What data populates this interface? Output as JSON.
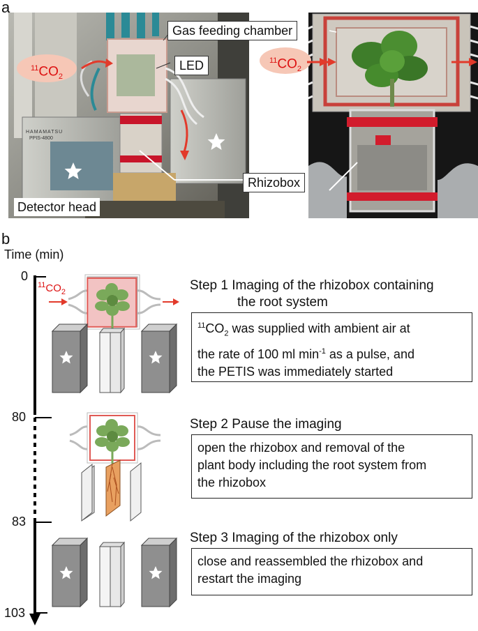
{
  "panel_a": {
    "letter": "a",
    "left_photo": {
      "gas_feeding_chamber": "Gas feeding chamber",
      "led": "LED",
      "detector_head": "Detector head",
      "co2": {
        "pre": "11",
        "base": "CO",
        "sub": "2"
      },
      "device_brand": "HAMAMATSU",
      "device_model": "PPIS-4800"
    },
    "right_photo": {
      "rhizobox": "Rhizobox",
      "co2": {
        "pre": "11",
        "base": "CO",
        "sub": "2"
      }
    }
  },
  "panel_b": {
    "letter": "b",
    "time_axis_title": "Time (min)",
    "ticks": [
      "0",
      "80",
      "83",
      "103"
    ],
    "co2": {
      "pre": "11",
      "base": "CO",
      "sub": "2"
    },
    "steps": [
      {
        "title_line1": "Step 1 Imaging of the rhizobox containing",
        "title_line2": "the root system",
        "box_line1_pre": "11",
        "box_line1_base": "CO",
        "box_line1_sub": "2",
        "box_line1_rest": " was supplied with ambient air at",
        "box_line2_pre": "the rate of 100 ml min",
        "box_line2_sup": "-1",
        "box_line2_rest": " as a pulse, and",
        "box_line3": "the PETIS was immediately started"
      },
      {
        "title": "Step 2 Pause the imaging",
        "box_lines": [
          "open the rhizobox and removal of the",
          "plant body including the root system from",
          "the rhizobox"
        ]
      },
      {
        "title": "Step 3 Imaging of the rhizobox only",
        "box_lines": [
          "close and reassembled the rhizobox and",
          "restart the imaging"
        ]
      }
    ]
  }
}
